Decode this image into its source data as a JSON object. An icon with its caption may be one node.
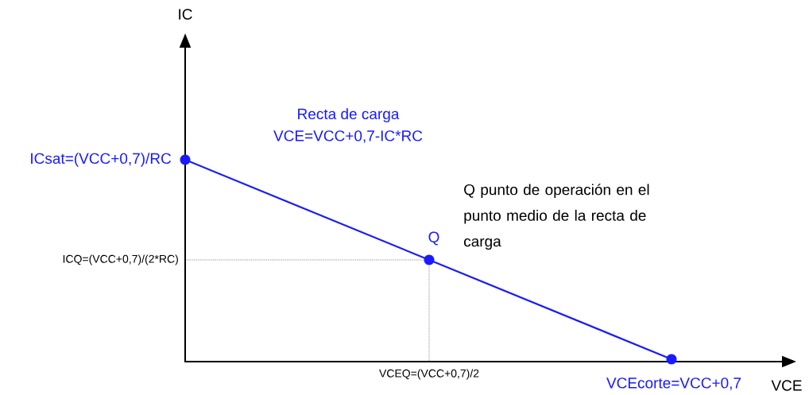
{
  "diagram": {
    "nodes": [
      {
        "text": [],
        "shape": "circle",
        "beside": [
          "ICsat=(VCC+0,7)/RC"
        ]
      },
      {
        "text": [],
        "shape": "circle",
        "beside": [
          "Q"
        ]
      },
      {
        "text": [],
        "shape": "circle",
        "beside": [
          "VCEcorte=VCC+0,7"
        ]
      }
    ],
    "edges": [
      {
        "from": 0,
        "to": 1,
        "arrow": "none"
      },
      {
        "from": 1,
        "to": 2,
        "arrow": "none"
      }
    ],
    "labels": [
      "IC",
      "Recta de carga",
      "VCE=VCC+0,7-IC*RC",
      "Q punto de operación en el punto medio de la recta de carga",
      "ICQ=(VCC+0,7)/(2*RC)",
      "VCEQ=(VCC+0,7)/2",
      "VCE"
    ]
  }
}
